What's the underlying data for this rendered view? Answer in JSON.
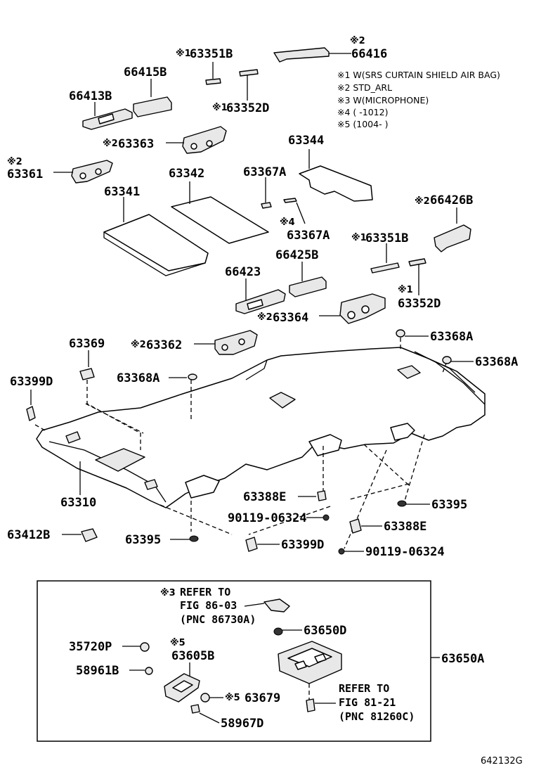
{
  "labels": {
    "p66416": "66416",
    "m66416": "※2",
    "p63351B_top": "63351B",
    "m63351B_top": "※1",
    "p66415B": "66415B",
    "p66413B": "66413B",
    "p63352D_top": "63352D",
    "m63352D_top": "※1",
    "p63363": "63363",
    "m63363": "※2",
    "p63361": "63361",
    "m63361": "※2",
    "p63344": "63344",
    "p63342": "63342",
    "p63367A_a": "63367A",
    "p63341": "63341",
    "p66426B": "66426B",
    "m66426B": "※2",
    "p63367A_b": "63367A",
    "m63367A_b": "※4",
    "p63351B_mid": "63351B",
    "m63351B_mid": "※1",
    "p66425B": "66425B",
    "p66423": "66423",
    "p63352D_mid": "63352D",
    "m63352D_mid": "※1",
    "p63364": "63364",
    "m63364": "※2",
    "p63369": "63369",
    "p63362": "63362",
    "m63362": "※2",
    "p63368A_a": "63368A",
    "p63368A_b": "63368A",
    "p63368A_c": "63368A",
    "p63399D_a": "63399D",
    "p63310": "63310",
    "p63388E_a": "63388E",
    "p90119_a": "90119-06324",
    "p63395_a": "63395",
    "p63412B": "63412B",
    "p63395_b": "63395",
    "p63399D_b": "63399D",
    "p63388E_b": "63388E",
    "p90119_b": "90119-06324",
    "p63650D": "63650D",
    "p35720P": "35720P",
    "p63605B": "63605B",
    "m63605B": "※5",
    "p58961B": "58961B",
    "p63650A": "63650A",
    "p63679": "63679",
    "m63679": "※5",
    "p58967D": "58967D",
    "fig_code": "642132G"
  },
  "notes": [
    "※1 W(SRS CURTAIN SHIELD AIR BAG)",
    "※2 STD_ARL",
    "※3 W(MICROPHONE)",
    "※4 (       -1012)",
    "※5 (1004-        )"
  ],
  "refs": {
    "ref1_mark": "※3",
    "ref1_line1": "REFER TO",
    "ref1_line2": "FIG 86-03",
    "ref1_line3": "(PNC 86730A)",
    "ref2_line1": "REFER TO",
    "ref2_line2": "FIG 81-21",
    "ref2_line3": "(PNC 81260C)"
  }
}
